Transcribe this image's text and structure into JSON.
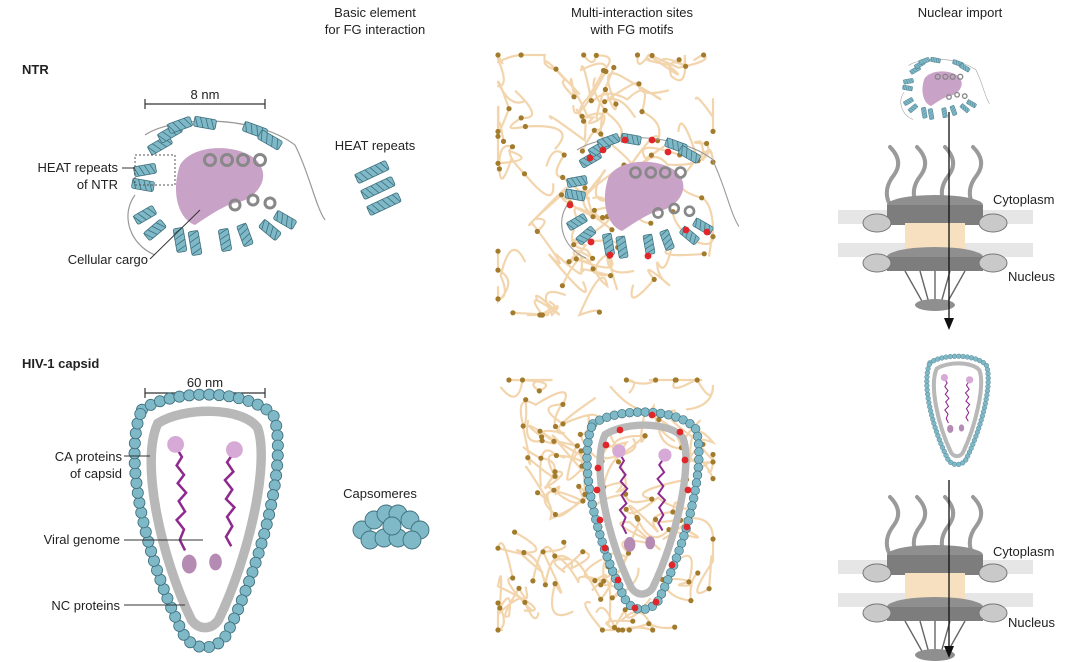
{
  "columns": {
    "basic_element": "Basic element\nfor FG interaction",
    "multi_interaction": "Multi-interaction sites\nwith FG motifs",
    "nuclear_import": "Nuclear import"
  },
  "rows": {
    "ntr": {
      "title": "NTR",
      "scale": "8 nm",
      "heat_label": "HEAT repeats\nof NTR",
      "cargo_label": "Cellular cargo",
      "element_label": "HEAT repeats"
    },
    "hiv": {
      "title": "HIV-1 capsid",
      "scale": "60 nm",
      "ca_label": "CA proteins\nof capsid",
      "genome_label": "Viral genome",
      "nc_label": "NC proteins",
      "element_label": "Capsomeres"
    }
  },
  "compartments": {
    "cytoplasm": "Cytoplasm",
    "nucleus": "Nucleus"
  },
  "colors": {
    "heat_blue": "#7fb9c8",
    "cargo_pink": "#c9a3c7",
    "fg_fiber": "#f3d5ad",
    "fg_dot": "#a27c2c",
    "contact_red": "#e0262a",
    "capsid_gray": "#b8b8b8",
    "genome_purple": "#8e2a8e",
    "pore_gray": "#7d7d7d",
    "membrane_gray": "#e6e6e6"
  }
}
